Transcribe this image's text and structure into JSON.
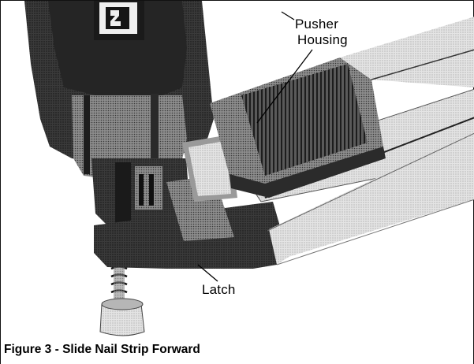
{
  "figure": {
    "callouts": {
      "pusher_housing": [
        "Pusher",
        "Housing"
      ],
      "latch": "Latch"
    },
    "caption": "Figure 3 - Slide Nail Strip Forward",
    "colors": {
      "tool_dark": "#2a2a2a",
      "tool_mid": "#6b6b6b",
      "magazine_light": "#cfcfcf",
      "background": "#ffffff"
    }
  }
}
